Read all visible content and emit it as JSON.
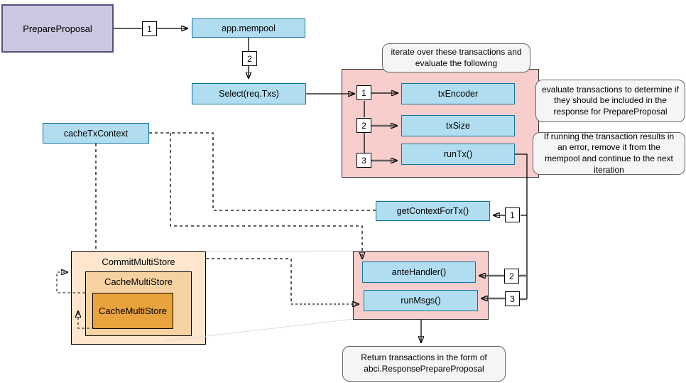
{
  "nodes": {
    "prepare_proposal": "PrepareProposal",
    "app_mempool": "app.mempool",
    "select_req_txs": "Select(req.Txs)",
    "tx_encoder": "txEncoder",
    "tx_size": "txSize",
    "run_tx": "runTx()",
    "get_context_for_tx": "getContextForTx()",
    "cache_tx_context": "cacheTxContext",
    "ante_handler": "anteHandler()",
    "run_msgs": "runMsgs()",
    "commit_multi_store": "CommitMultiStore",
    "cache_multi_store": "CacheMultiStore",
    "cache_multi_store_inner": "CacheMultiStore"
  },
  "steps": {
    "mempool_step": "1",
    "select_step": "2",
    "loop_step_1": "1",
    "loop_step_2": "2",
    "loop_step_3": "3",
    "get_context_step": "1",
    "ante_handler_step": "2",
    "run_msgs_step": "3"
  },
  "callouts": {
    "iterate": "iterate over these transactions and evaluate the following",
    "evaluate": "evaluate transactions to determine if they should be included in the response for PrepareProposal",
    "on_error": "If running the transaction results in an error, remove it from the mempool and continue to the next iteration",
    "return_response": "Return transactions in the form of abci.ResponsePrepareProposal"
  },
  "colors": {
    "node_fill": "#B1DDF0",
    "node_border": "#10739E",
    "entry_fill": "#CBC7E0",
    "entry_border": "#56517E",
    "group_fill": "#F8CECC",
    "group_border": "#333333",
    "store_outer_fill": "#FFE6CC",
    "store_mid_fill": "#F6D2A2",
    "store_inner_fill": "#E8A33D",
    "callout_fill": "#F5F5F5",
    "callout_border": "#666666",
    "connector_gray": "#616161",
    "lens_line": "#DCDCDC"
  }
}
